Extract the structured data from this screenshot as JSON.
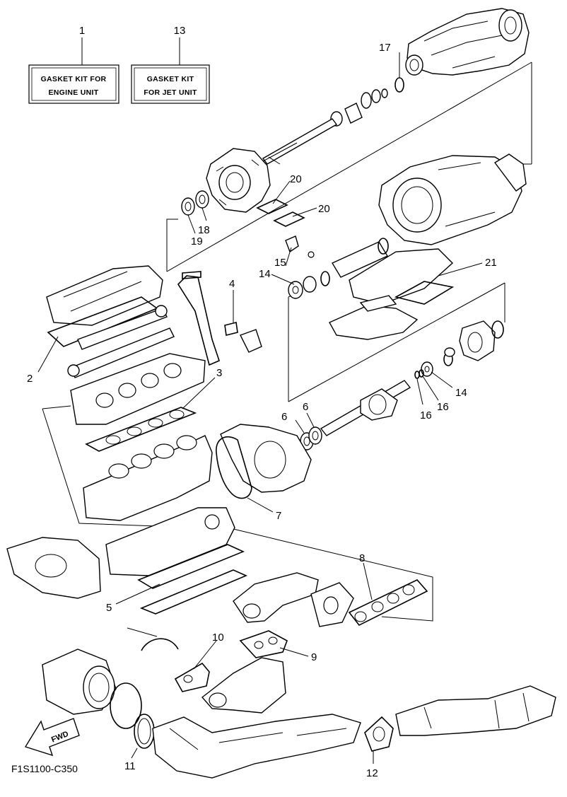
{
  "kits": [
    {
      "number": "1",
      "line1": "GASKET KIT FOR",
      "line2": "ENGINE UNIT"
    },
    {
      "number": "13",
      "line1": "GASKET KIT",
      "line2": "FOR JET UNIT"
    }
  ],
  "callouts": [
    "2",
    "3",
    "4",
    "5",
    "6",
    "6",
    "7",
    "8",
    "9",
    "10",
    "11",
    "12",
    "14",
    "14",
    "15",
    "16",
    "16",
    "17",
    "18",
    "19",
    "20",
    "20",
    "21"
  ],
  "fwd_label": "FWD",
  "diagram_code": "F1S1100-C350"
}
